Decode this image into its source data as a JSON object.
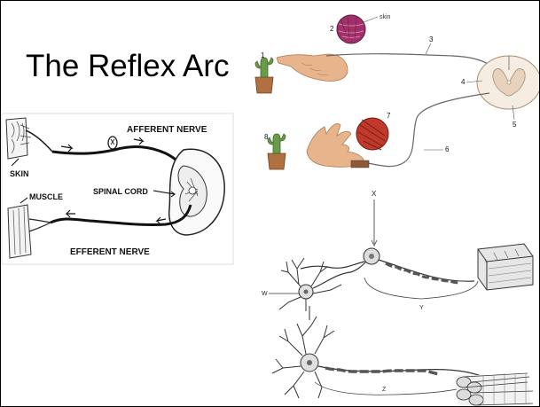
{
  "slide": {
    "title": "The Reflex Arc"
  },
  "diagram_left": {
    "afferent_label": "AFFERENT NERVE",
    "skin_label": "SKIN",
    "spinal_cord_label": "SPINAL CORD",
    "muscle_label": "MUSCLE",
    "efferent_label": "EFFERENT NERVE"
  },
  "diagram_top_right": {
    "skin_callout": "skin",
    "numbers": [
      "1",
      "2",
      "3",
      "4",
      "5",
      "6",
      "7",
      "8"
    ]
  },
  "diagram_bottom_right": {
    "label_x": "X",
    "label_w": "W",
    "label_y": "Y",
    "label_z": "Z"
  },
  "colors": {
    "nerve": "#111111",
    "skin_circle": "#a0306a",
    "muscle_circle": "#c0392b",
    "cactus": "#6a9a4a",
    "pot": "#b07040",
    "hand": "#e8b48c"
  }
}
